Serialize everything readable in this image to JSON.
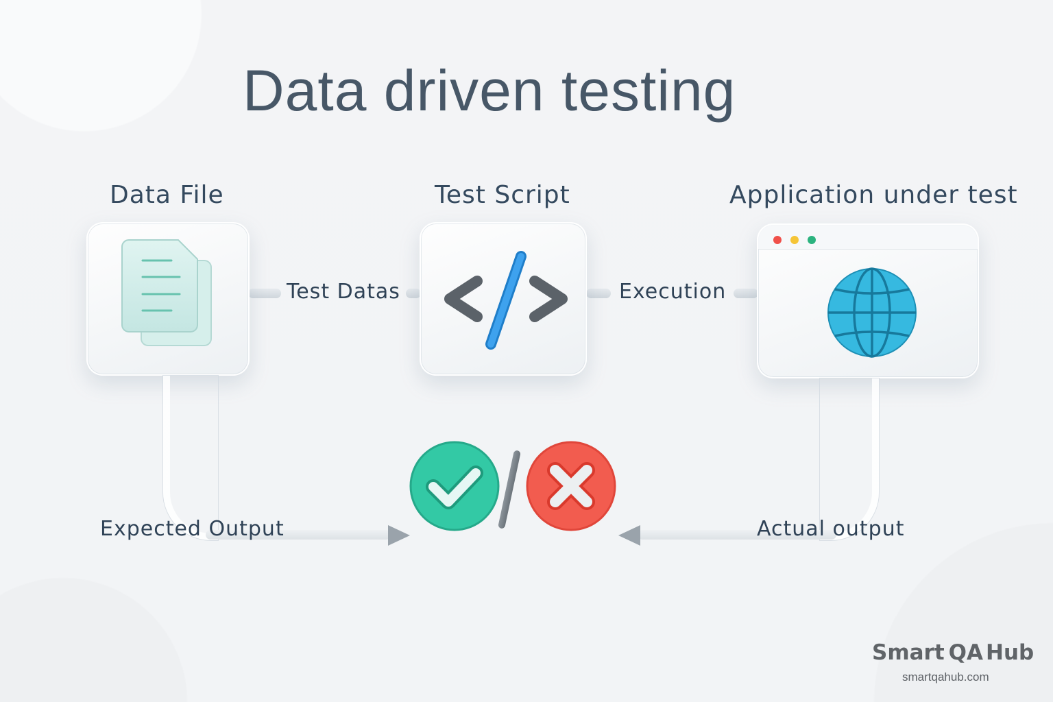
{
  "title": "Data driven testing",
  "nodes": {
    "data_file": {
      "heading": "Data File",
      "icon": "document-icon"
    },
    "test_script": {
      "heading": "Test Script",
      "icon": "code-icon"
    },
    "application": {
      "heading": "Application under test",
      "icon": "globe-icon"
    }
  },
  "edges": {
    "test_datas": "Test Datas",
    "execution": "Execution",
    "expected_output": "Expected Output",
    "actual_output": "Actual output"
  },
  "result": {
    "pass_icon": "check-icon",
    "fail_icon": "cross-icon",
    "pass_color": "#33c9a5",
    "fail_color": "#f25c4f"
  },
  "window_dots": [
    "#f0504a",
    "#f5c537",
    "#2bb37f"
  ],
  "colors": {
    "code_slash": "#2b8fe0",
    "code_brackets": "#5b6269",
    "globe": "#30b4dc",
    "doc": "#cfeeea"
  },
  "branding": {
    "logo_prefix": "Smart",
    "logo_mark": "QA",
    "logo_suffix": "Hub",
    "url": "smartqahub.com"
  }
}
